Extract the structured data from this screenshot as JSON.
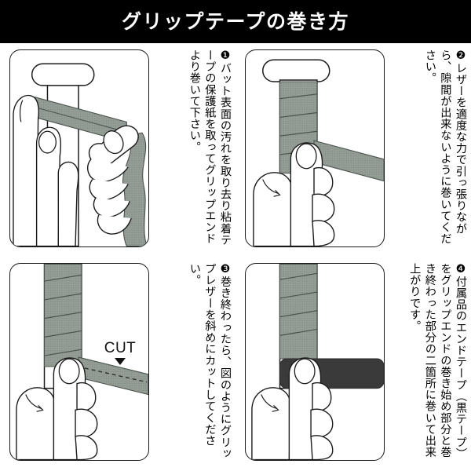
{
  "banner": {
    "title": "グリップテープの巻き方",
    "background_color": "#000000",
    "text_color": "#ffffff"
  },
  "colors": {
    "tape_gray": "#8a938d",
    "tape_gray_light": "#9aa29c",
    "end_tape_dark": "#3a3a3a",
    "outline": "#1a1a1a",
    "page_background": "#ffffff"
  },
  "steps": [
    {
      "number": "❶",
      "caption": "❶バット表面の汚れを取り去り粘着テープの保護紙を取ってグリップエンドより巻いて下さい。",
      "panel_name": "panel-step-1",
      "illustration": "hands-peeling-backing-paper-from-grip-tape-on-bat-handle"
    },
    {
      "number": "❷",
      "caption": "❷レザーを適度な力で引っ張りながら、隙間が出来ないように巻いてください。",
      "panel_name": "panel-step-2",
      "illustration": "hand-wrapping-grip-leather-tightly-around-bat-handle"
    },
    {
      "number": "❸",
      "caption": "❸巻き終わったら、図のようにグリップレザーを斜めにカットしてください。",
      "panel_name": "panel-step-3",
      "illustration": "hand-holding-wrapped-handle-with-diagonal-cut-line",
      "cut_label": "CUT",
      "cut_arrow": "down-triangle"
    },
    {
      "number": "❹",
      "caption": "❹付属品のエンドテープ（黒テープ）をグリップエンドの巻き始め部分と巻き終わった部分の二箇所に巻いて出来上がりです。",
      "panel_name": "panel-step-4",
      "illustration": "hand-applying-black-end-tape-to-grip-end"
    }
  ]
}
